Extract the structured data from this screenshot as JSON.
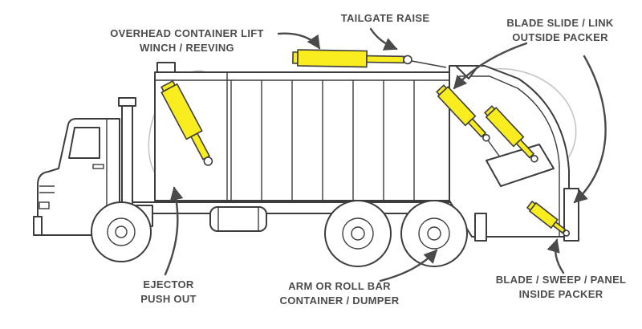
{
  "colors": {
    "highlight": "#f9ed1f",
    "outline": "#3d3d3d",
    "label_text": "#4c4c4c",
    "arrow": "#4a4a4a"
  },
  "callouts": {
    "overhead_lift": "OVERHEAD CONTAINER LIFT\nWINCH / REEVING",
    "tailgate_raise": "TAILGATE RAISE",
    "blade_slide": "BLADE SLIDE / LINK\nOUTSIDE PACKER",
    "ejector": "EJECTOR\nPUSH OUT",
    "arm_roll_bar": "ARM OR ROLL BAR\nCONTAINER / DUMPER",
    "blade_sweep": "BLADE / SWEEP / PANEL\nINSIDE PACKER"
  }
}
